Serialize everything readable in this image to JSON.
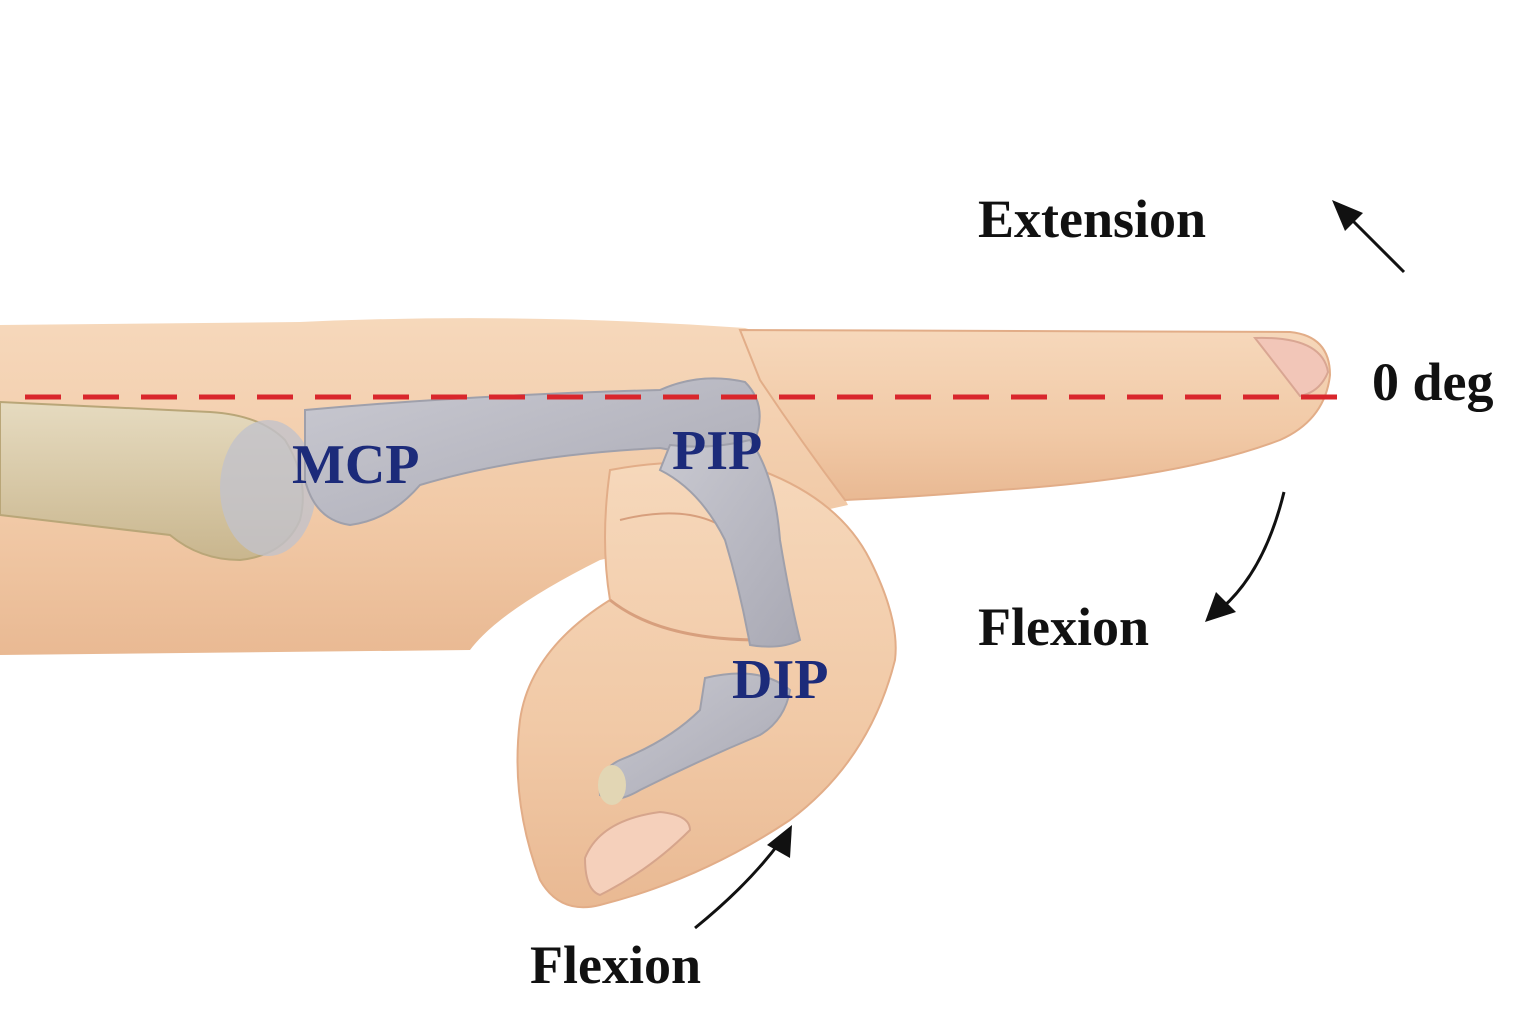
{
  "labels": {
    "extension": "Extension",
    "zero_deg": "0 deg",
    "flexion_right": "Flexion",
    "flexion_bottom": "Flexion"
  },
  "joints": {
    "mcp": "MCP",
    "pip": "PIP",
    "dip": "DIP"
  },
  "colors": {
    "skin": "#f3cfae",
    "skin_shadow": "#e6b792",
    "bone": "#b9b9c3",
    "metacarpal": "#d8c9a6",
    "reference_line": "#d9262c",
    "joint_label": "#1c2b7a",
    "text": "#111111"
  }
}
